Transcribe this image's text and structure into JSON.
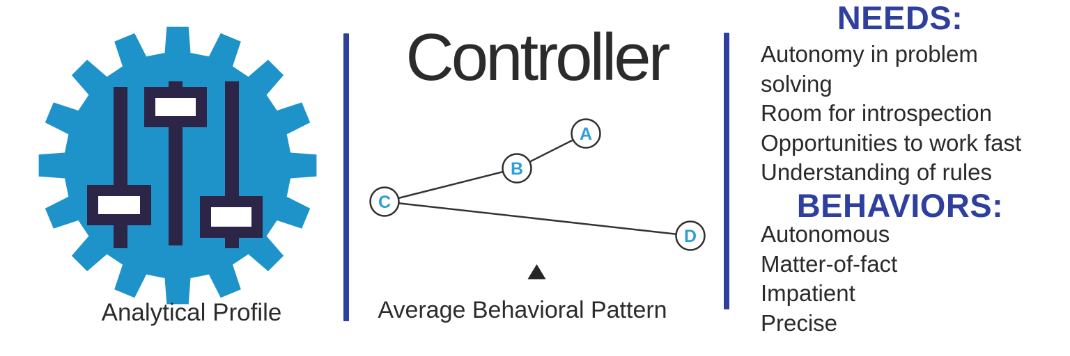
{
  "left_panel": {
    "icon_name": "gear-with-sliders",
    "label": "Analytical Profile"
  },
  "center_panel": {
    "title": "Controller",
    "caption": "Average Behavioral Pattern",
    "nodes": [
      {
        "label": "A"
      },
      {
        "label": "B"
      },
      {
        "label": "C"
      },
      {
        "label": "D"
      }
    ]
  },
  "right_panel": {
    "needs_heading": "NEEDS:",
    "needs_lines": [
      "Autonomy in problem",
      "solving",
      "Room for introspection",
      "Opportunities to work fast",
      "Understanding of rules"
    ],
    "behaviors_heading": "BEHAVIORS:",
    "behaviors_lines": [
      "Autonomous",
      "Matter-of-fact",
      "Impatient",
      "Precise"
    ]
  },
  "colors": {
    "gear_blue": "#1d93c9",
    "slider_navy": "#2d2547",
    "divider_blue": "#2e3f9e",
    "heading_blue": "#2e3f9e",
    "node_letter_blue": "#2c9ed8",
    "text_dark": "#2b2b2b"
  },
  "chart_data": {
    "type": "line",
    "title": "Average Behavioral Pattern",
    "description": "Behavioral profile pattern: four factors A-D plotted as circled points connected by lines; horizontal position is the factor level (0-100, estimated from pixel positions), rows ordered top to bottom A, B, C, D. A small triangle marker sits below the pattern at mid-scale.",
    "points": [
      {
        "label": "A",
        "level": 63,
        "row": 1
      },
      {
        "label": "B",
        "level": 45,
        "row": 2
      },
      {
        "label": "C",
        "level": 10,
        "row": 3
      },
      {
        "label": "D",
        "level": 91,
        "row": 4
      }
    ],
    "connections": [
      [
        "C",
        "B"
      ],
      [
        "B",
        "A"
      ],
      [
        "C",
        "D"
      ]
    ],
    "midpoint_marker": {
      "shape": "triangle-up",
      "level": 50
    }
  }
}
